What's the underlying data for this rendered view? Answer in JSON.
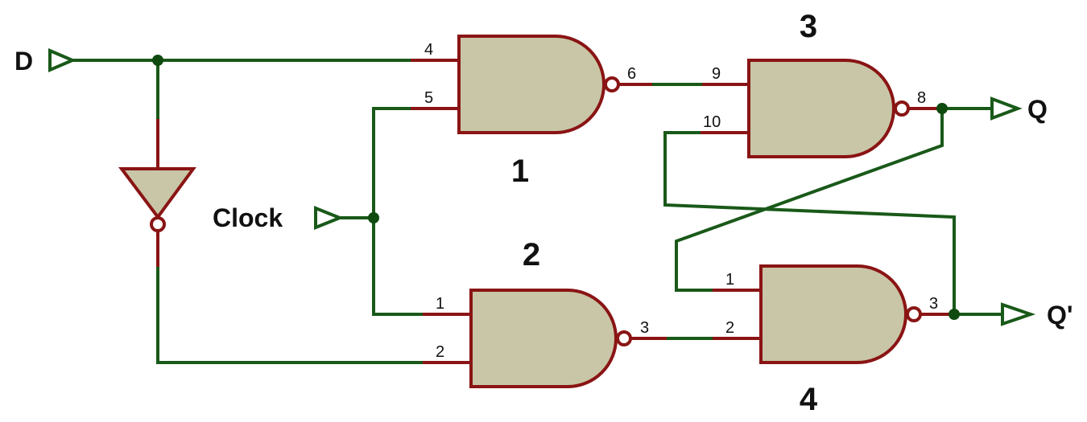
{
  "signals": {
    "d": "D",
    "clock": "Clock",
    "q": "Q",
    "qbar": "Q'"
  },
  "gates": {
    "g1": {
      "label": "1",
      "pin_a": "4",
      "pin_b": "5",
      "pin_out": "6"
    },
    "g2": {
      "label": "2",
      "pin_a": "1",
      "pin_b": "2",
      "pin_out": "3"
    },
    "g3": {
      "label": "3",
      "pin_a": "9",
      "pin_b": "10",
      "pin_out": "8"
    },
    "g4": {
      "label": "4",
      "pin_a": "1",
      "pin_b": "2",
      "pin_out": "3"
    }
  },
  "colors": {
    "wire": "#195919",
    "pin": "#8a1414",
    "gate_fill": "#c8c6a6",
    "junction": "#0f4a0f"
  }
}
